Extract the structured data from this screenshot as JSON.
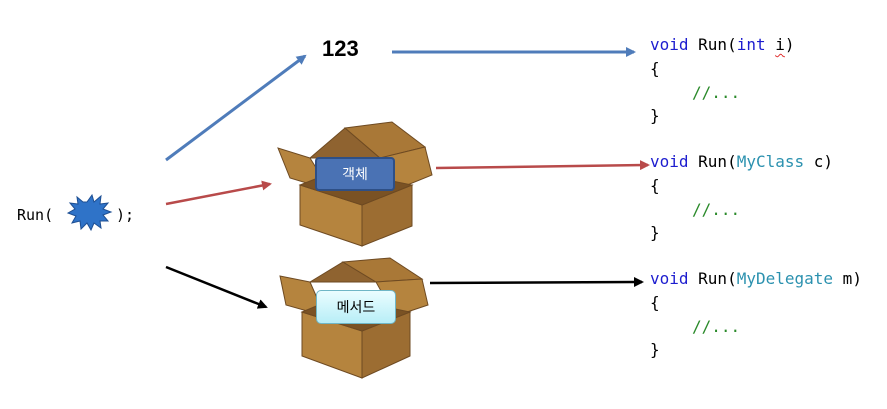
{
  "diagram": {
    "literal_value": "123",
    "call_prefix": "Run(",
    "call_suffix": ");",
    "object_label": "객체",
    "method_label": "메서드"
  },
  "colors": {
    "blue_arrow": "#4f7cba",
    "red_arrow": "#b84a4a",
    "black_arrow": "#000000",
    "box_brown": "#a97837",
    "keyword_blue": "#1d1dcf",
    "type_teal": "#2b91af",
    "comment_green": "#2a8a2a"
  },
  "code_blocks": [
    {
      "kw": "void",
      "name": " Run(",
      "param_type": "int",
      "param_type_is_keyword": true,
      "param_name": "i",
      "close": ")",
      "open_brace": "{",
      "comment": "//...",
      "close_brace": "}"
    },
    {
      "kw": "void",
      "name": " Run(",
      "param_type": "MyClass",
      "param_type_is_keyword": false,
      "param_name": "c",
      "close": ")",
      "open_brace": "{",
      "comment": "//...",
      "close_brace": "}"
    },
    {
      "kw": "void",
      "name": " Run(",
      "param_type": "MyDelegate",
      "param_type_is_keyword": false,
      "param_name": "m",
      "close": ")",
      "open_brace": "{",
      "comment": "//...",
      "close_brace": "}"
    }
  ]
}
